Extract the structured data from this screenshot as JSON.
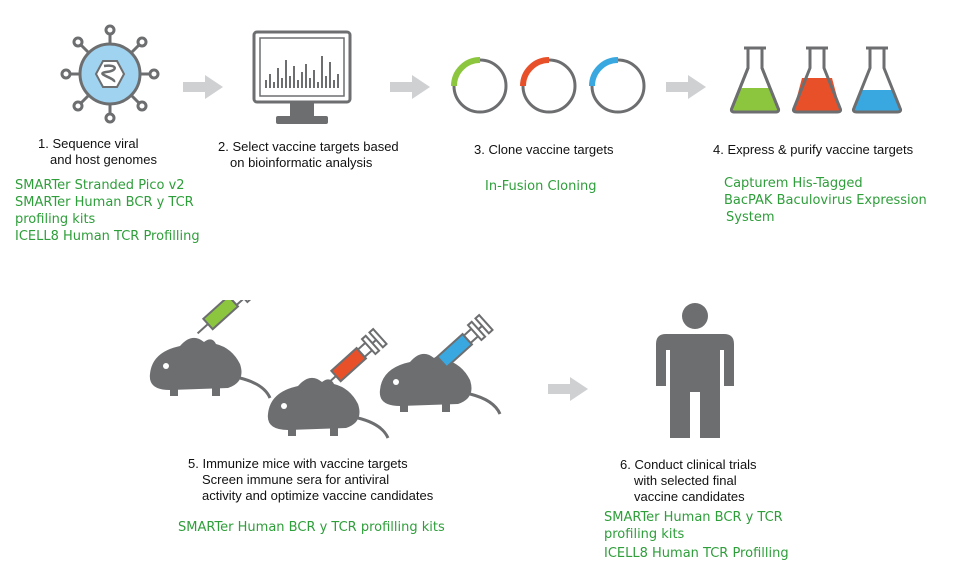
{
  "steps": [
    {
      "id": 1,
      "title_lines": [
        "1. Sequence viral",
        "and host genomes"
      ],
      "products": [
        "SMARTer Stranded Pico v2",
        "SMARTer Human BCR y TCR",
        "profiling kits",
        "ICELL8 Human TCR Profilling"
      ],
      "icon": "virus-icon"
    },
    {
      "id": 2,
      "title_lines": [
        "2. Select vaccine targets based",
        "on bioinformatic analysis"
      ],
      "products": [],
      "icon": "monitor-chart-icon"
    },
    {
      "id": 3,
      "title_lines": [
        "3. Clone vaccine targets"
      ],
      "products": [
        "In-Fusion Cloning"
      ],
      "icon": "plasmid-icon"
    },
    {
      "id": 4,
      "title_lines": [
        "4. Express & purify vaccine targets"
      ],
      "products": [
        "Capturem His-Tagged",
        "BacPAK Baculovirus Expression",
        "System"
      ],
      "icon": "flask-icon"
    },
    {
      "id": 5,
      "title_lines": [
        "5. Immunize mice with vaccine targets",
        "Screen immune sera for antiviral",
        "activity and optimize vaccine candidates"
      ],
      "products": [
        "SMARTer Human BCR y TCR profilling kits"
      ],
      "icon": "mouse-syringe-icon"
    },
    {
      "id": 6,
      "title_lines": [
        "6. Conduct clinical trials",
        "with selected final",
        "vaccine candidates"
      ],
      "products": [
        "SMARTer Human BCR y TCR",
        "profiling kits",
        "ICELL8 Human TCR Profilling"
      ],
      "icon": "person-icon"
    }
  ],
  "colors": {
    "green": "#8cc63f",
    "red": "#e8502a",
    "blue": "#3aa8e0",
    "icon_gray": "#6d6e70",
    "arrow_gray": "#cfd0d2",
    "virus_blue": "#9fd3f0",
    "product_green": "#2e9e3a"
  }
}
